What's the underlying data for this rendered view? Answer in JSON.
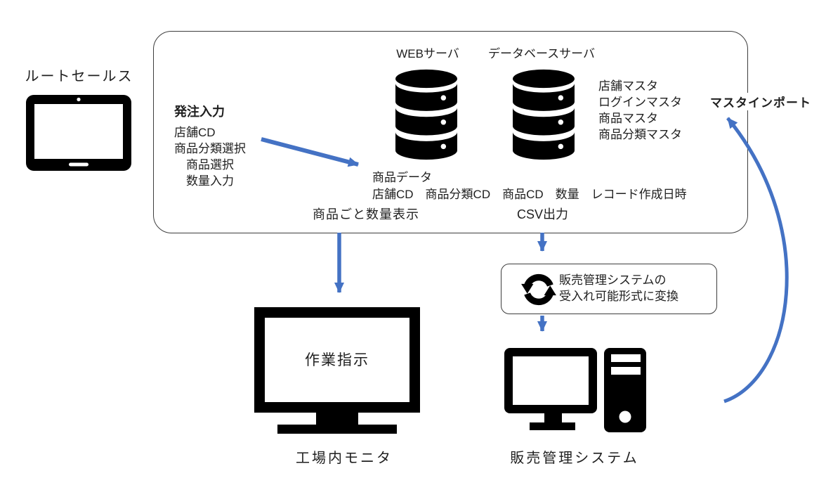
{
  "colors": {
    "arrow_blue": "#4472C4",
    "icon_black": "#000000",
    "box_border": "#3d3d3d",
    "text": "#1f1f1f"
  },
  "route_sales": {
    "label": "ルートセールス"
  },
  "system_box": {
    "web_server_label": "WEBサーバ",
    "database_server_label": "データベースサーバ",
    "order_entry": {
      "title": "発注入力",
      "lines": [
        "店舗CD",
        "商品分類選択",
        "商品選択",
        "数量入力"
      ]
    },
    "masters": [
      "店舗マスタ",
      "ログインマスタ",
      "商品マスタ",
      "商品分類マスタ"
    ],
    "product_data": {
      "title": "商品データ",
      "fields": [
        "店舗CD",
        "商品分類CD",
        "商品CD",
        "数量",
        "レコード作成日時"
      ]
    },
    "qty_display_label": "商品ごと数量表示",
    "csv_output_label": "CSV出力"
  },
  "master_import_label": "マスタインポート",
  "convert_box": {
    "line1": "販売管理システムの",
    "line2": "受入れ可能形式に変換"
  },
  "factory_monitor": {
    "screen_text": "作業指示",
    "label": "工場内モニタ"
  },
  "sales_system": {
    "label": "販売管理システム"
  }
}
